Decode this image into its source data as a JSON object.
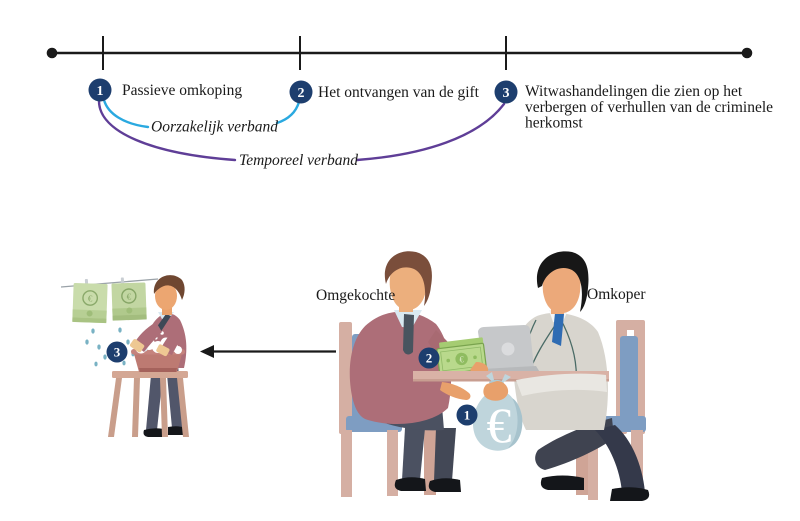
{
  "diagram": {
    "timeline": {
      "points": [
        {
          "number": "1",
          "label": "Passieve omkoping"
        },
        {
          "number": "2",
          "label": "Het ontvangen van de gift"
        },
        {
          "number": "3",
          "lines": [
            "Witwashandelingen die zien op het",
            "verbergen of verhullen van de criminele",
            "herkomst"
          ]
        }
      ],
      "connections": [
        {
          "label": "Oorzakelijk verband",
          "from": "1",
          "to": "2",
          "color": "#2aa9e0"
        },
        {
          "label": "Temporeel verband",
          "from": "1",
          "to": "3",
          "color": "#5f3e97"
        }
      ]
    },
    "scene": {
      "currency_symbol": "€",
      "bribery": {
        "bribed_label": "Omgekochte",
        "briber_label": "Omkoper",
        "money_bag_badge": "1",
        "banknotes_badge": "2"
      },
      "laundering": {
        "badge": "3"
      }
    },
    "colors": {
      "badge_fill": "#1d3e6e",
      "causal_link": "#2aa9e0",
      "temporal_link": "#5f3e97",
      "timeline_line": "#1a1a1a"
    }
  }
}
